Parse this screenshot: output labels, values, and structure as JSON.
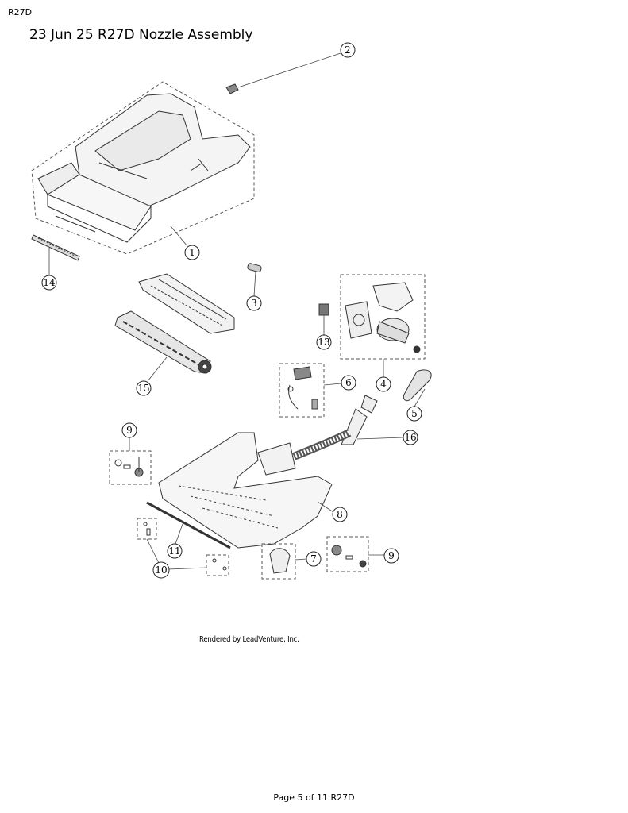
{
  "header": {
    "code": "R27D",
    "title": "23 Jun 25 R27D Nozzle Assembly"
  },
  "diagram": {
    "callouts": [
      {
        "id": "c1",
        "label": "1"
      },
      {
        "id": "c2",
        "label": "2"
      },
      {
        "id": "c3",
        "label": "3"
      },
      {
        "id": "c4",
        "label": "4"
      },
      {
        "id": "c5",
        "label": "5"
      },
      {
        "id": "c6",
        "label": "6"
      },
      {
        "id": "c7",
        "label": "7"
      },
      {
        "id": "c8",
        "label": "8"
      },
      {
        "id": "c9a",
        "label": "9"
      },
      {
        "id": "c9b",
        "label": "9"
      },
      {
        "id": "c10",
        "label": "10"
      },
      {
        "id": "c11",
        "label": "11"
      },
      {
        "id": "c13",
        "label": "13"
      },
      {
        "id": "c14",
        "label": "14"
      },
      {
        "id": "c15",
        "label": "15"
      },
      {
        "id": "c16",
        "label": "16"
      }
    ]
  },
  "credit": "Rendered by LeadVenture, Inc.",
  "footer": "Page 5 of 11 R27D"
}
